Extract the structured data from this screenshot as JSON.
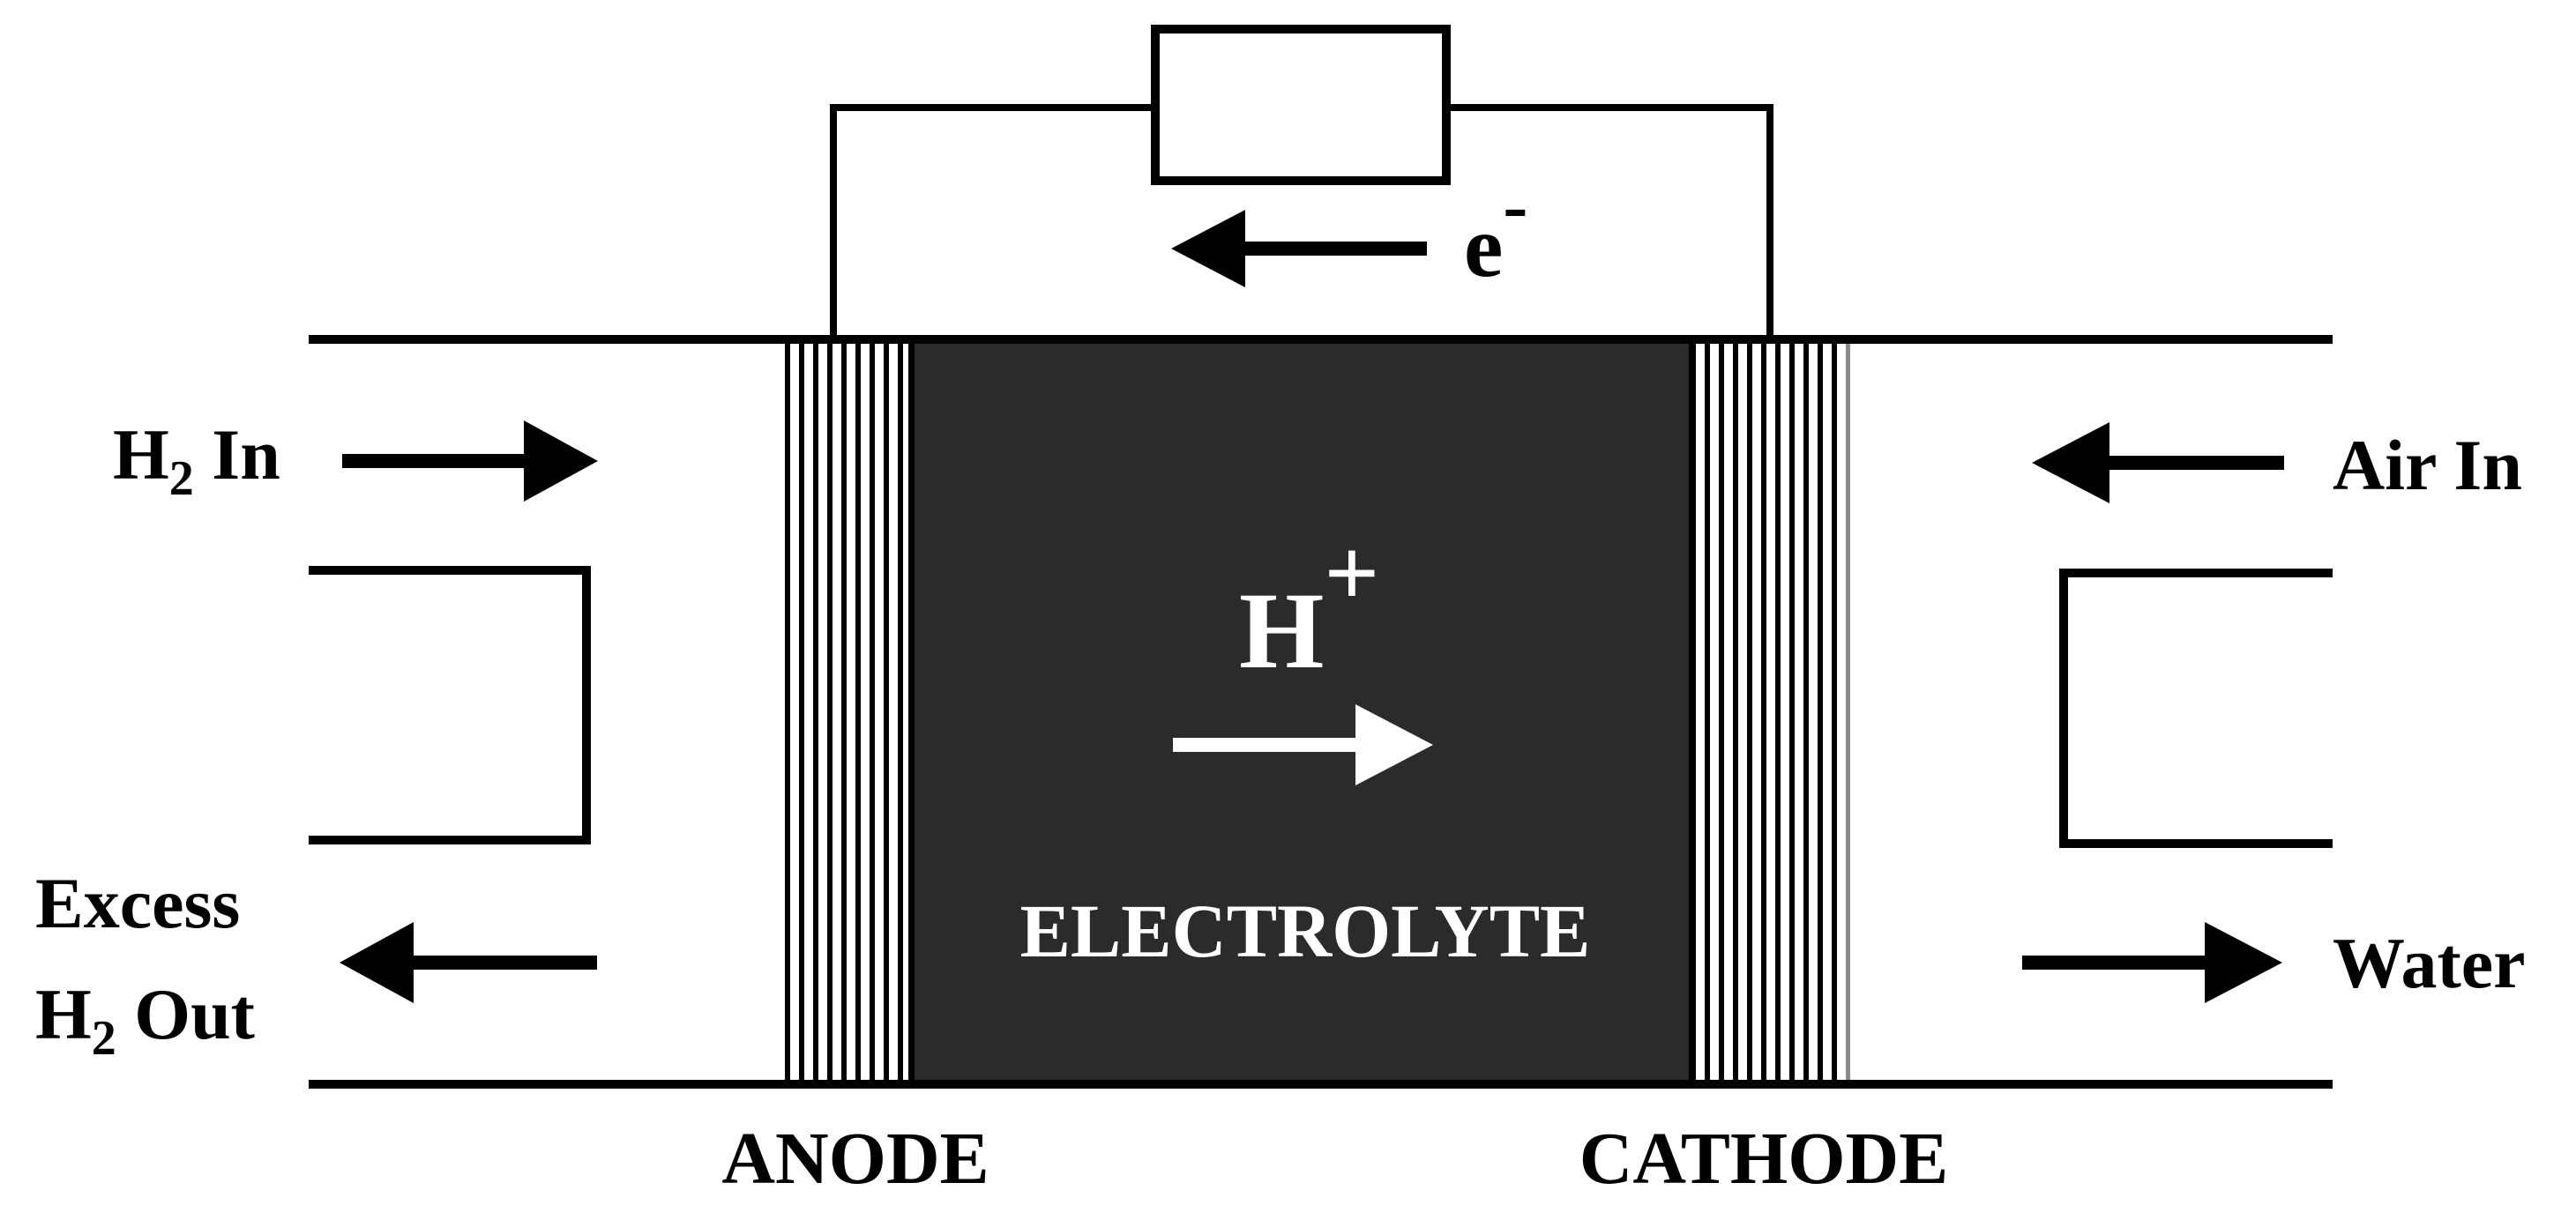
{
  "labels": {
    "electron": "e",
    "electron_sup": "-",
    "proton": "H",
    "proton_sup": "+",
    "electrolyte": "ELECTROLYTE",
    "anode": "ANODE",
    "cathode": "CATHODE",
    "h2_in_prefix": "H",
    "h2_in_sub": "2",
    "h2_in_suffix": " In",
    "air_in": "Air In",
    "excess_line1": "Excess",
    "excess_line2_prefix": "H",
    "excess_line2_sub": "2",
    "excess_line2_suffix": " Out",
    "water": "Water"
  },
  "colors": {
    "line": "#000000",
    "electrolyte_fill": "#2b2b2b",
    "inner_text": "#ffffff"
  },
  "icons": {
    "load": "resistor-icon",
    "flow": "arrow-icon"
  }
}
